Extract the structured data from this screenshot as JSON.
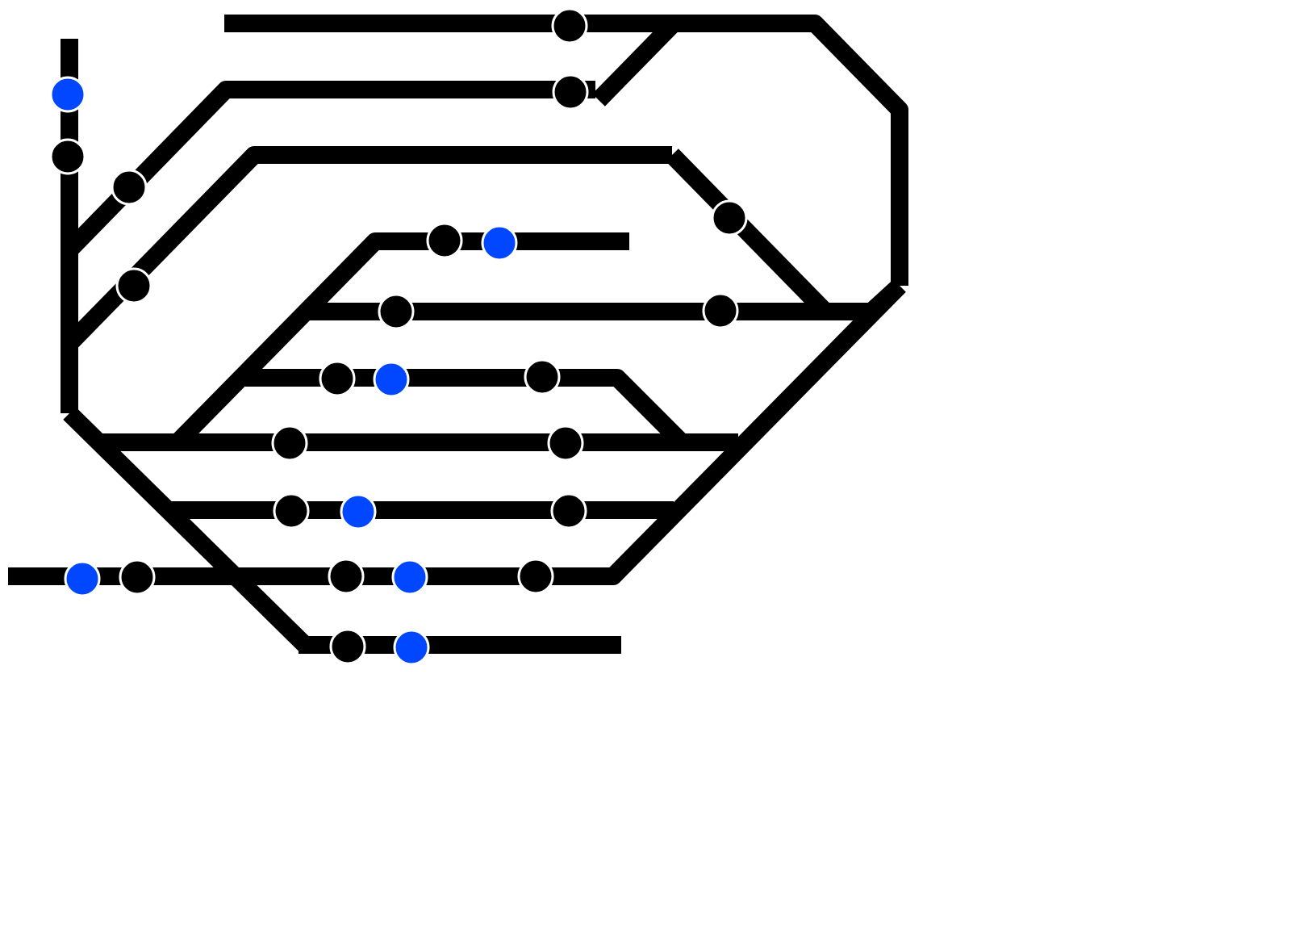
{
  "diagram": {
    "colors": {
      "background": "#ffffff",
      "track": "#000000",
      "signal_black": "#000000",
      "signal_blue": "#0047ff",
      "signal_outline": "#ffffff"
    },
    "legend": [],
    "tracks": [
      {
        "id": "t1"
      },
      {
        "id": "t2"
      },
      {
        "id": "t3"
      },
      {
        "id": "t4"
      },
      {
        "id": "t5"
      },
      {
        "id": "t6"
      },
      {
        "id": "t7"
      },
      {
        "id": "t8"
      },
      {
        "id": "t9"
      },
      {
        "id": "t10"
      },
      {
        "id": "t11"
      },
      {
        "id": "t12"
      },
      {
        "id": "t13"
      },
      {
        "id": "t14"
      },
      {
        "id": "t15"
      },
      {
        "id": "t16"
      },
      {
        "id": "t17"
      },
      {
        "id": "t18"
      },
      {
        "id": "t19"
      }
    ],
    "signals": [
      {
        "id": "s1",
        "color": "black"
      },
      {
        "id": "s2",
        "color": "black"
      },
      {
        "id": "s3",
        "color": "blue"
      },
      {
        "id": "s4",
        "color": "black"
      },
      {
        "id": "s5",
        "color": "black"
      },
      {
        "id": "s6",
        "color": "black"
      },
      {
        "id": "s7",
        "color": "black"
      },
      {
        "id": "s8",
        "color": "black"
      },
      {
        "id": "s9",
        "color": "blue"
      },
      {
        "id": "s10",
        "color": "black"
      },
      {
        "id": "s11",
        "color": "black"
      },
      {
        "id": "s12",
        "color": "black"
      },
      {
        "id": "s13",
        "color": "blue"
      },
      {
        "id": "s14",
        "color": "black"
      },
      {
        "id": "s15",
        "color": "black"
      },
      {
        "id": "s16",
        "color": "black"
      },
      {
        "id": "s17",
        "color": "black"
      },
      {
        "id": "s18",
        "color": "blue"
      },
      {
        "id": "s19",
        "color": "black"
      },
      {
        "id": "s20",
        "color": "blue"
      },
      {
        "id": "s21",
        "color": "black"
      },
      {
        "id": "s22",
        "color": "black"
      },
      {
        "id": "s23",
        "color": "blue"
      },
      {
        "id": "s24",
        "color": "black"
      },
      {
        "id": "s25",
        "color": "black"
      },
      {
        "id": "s26",
        "color": "blue"
      }
    ]
  }
}
